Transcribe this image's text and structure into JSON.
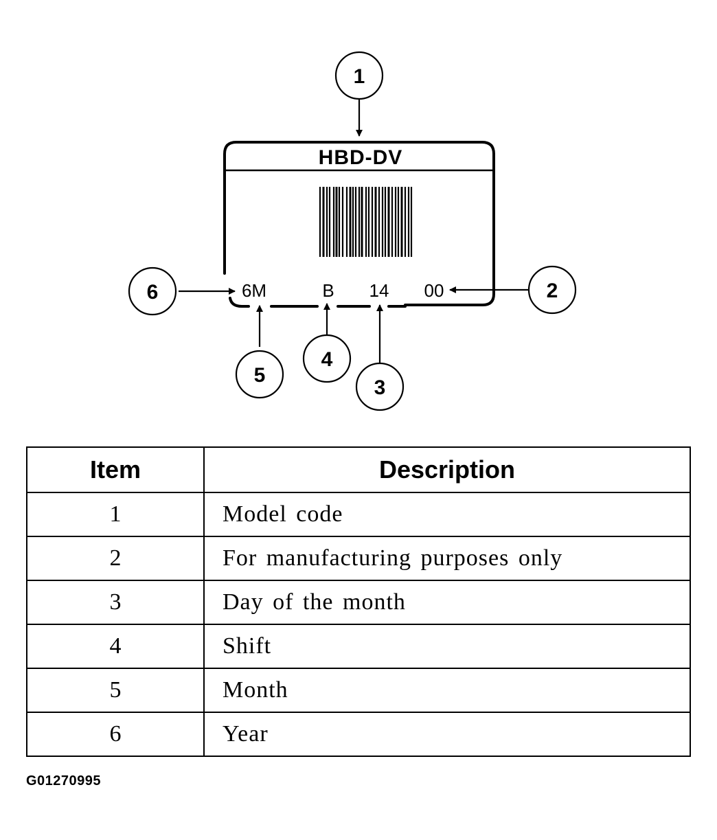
{
  "label": {
    "model": "HBD-DV",
    "year": "6M",
    "shift": "B",
    "day": "14",
    "mfg": "00"
  },
  "callouts": [
    "1",
    "2",
    "3",
    "4",
    "5",
    "6"
  ],
  "table": {
    "headers": {
      "item": "Item",
      "description": "Description"
    },
    "rows": [
      {
        "item": "1",
        "description": "Model code"
      },
      {
        "item": "2",
        "description": "For manufacturing purposes only"
      },
      {
        "item": "3",
        "description": "Day of the month"
      },
      {
        "item": "4",
        "description": "Shift"
      },
      {
        "item": "5",
        "description": "Month"
      },
      {
        "item": "6",
        "description": "Year"
      }
    ]
  },
  "figure_code": "G01270995"
}
